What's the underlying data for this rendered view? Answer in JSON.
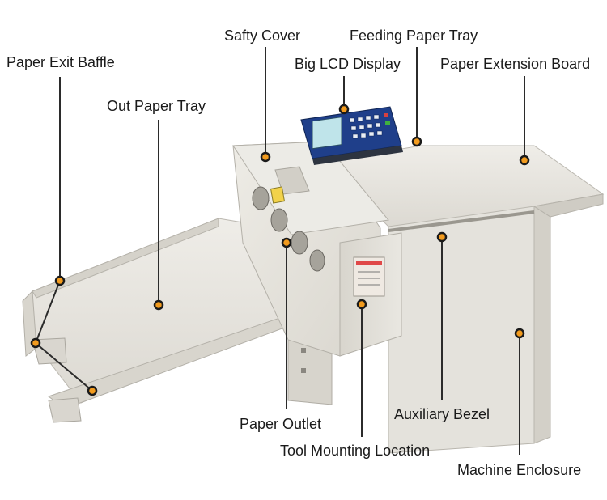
{
  "labels": {
    "paper_exit_baffle": "Paper Exit Baffle",
    "out_paper_tray": "Out Paper Tray",
    "safty_cover": "Safty Cover",
    "feeding_paper_tray": "Feeding Paper Tray",
    "big_lcd_display": "Big LCD Display",
    "paper_extension_board": "Paper Extension Board",
    "paper_outlet": "Paper Outlet",
    "tool_mounting_location": "Tool Mounting Location",
    "auxiliary_bezel": "Auxiliary Bezel",
    "machine_enclosure": "Machine Enclosure"
  },
  "colors": {
    "marker_fill": "#f29b1e",
    "marker_ring": "#1a1a1a",
    "leader_line": "#2b2b2b",
    "machine_body": "#e6e4de",
    "machine_shadow": "#cfccc4",
    "control_panel": "#1f3f8a",
    "lcd_screen": "#bfe4ea"
  }
}
